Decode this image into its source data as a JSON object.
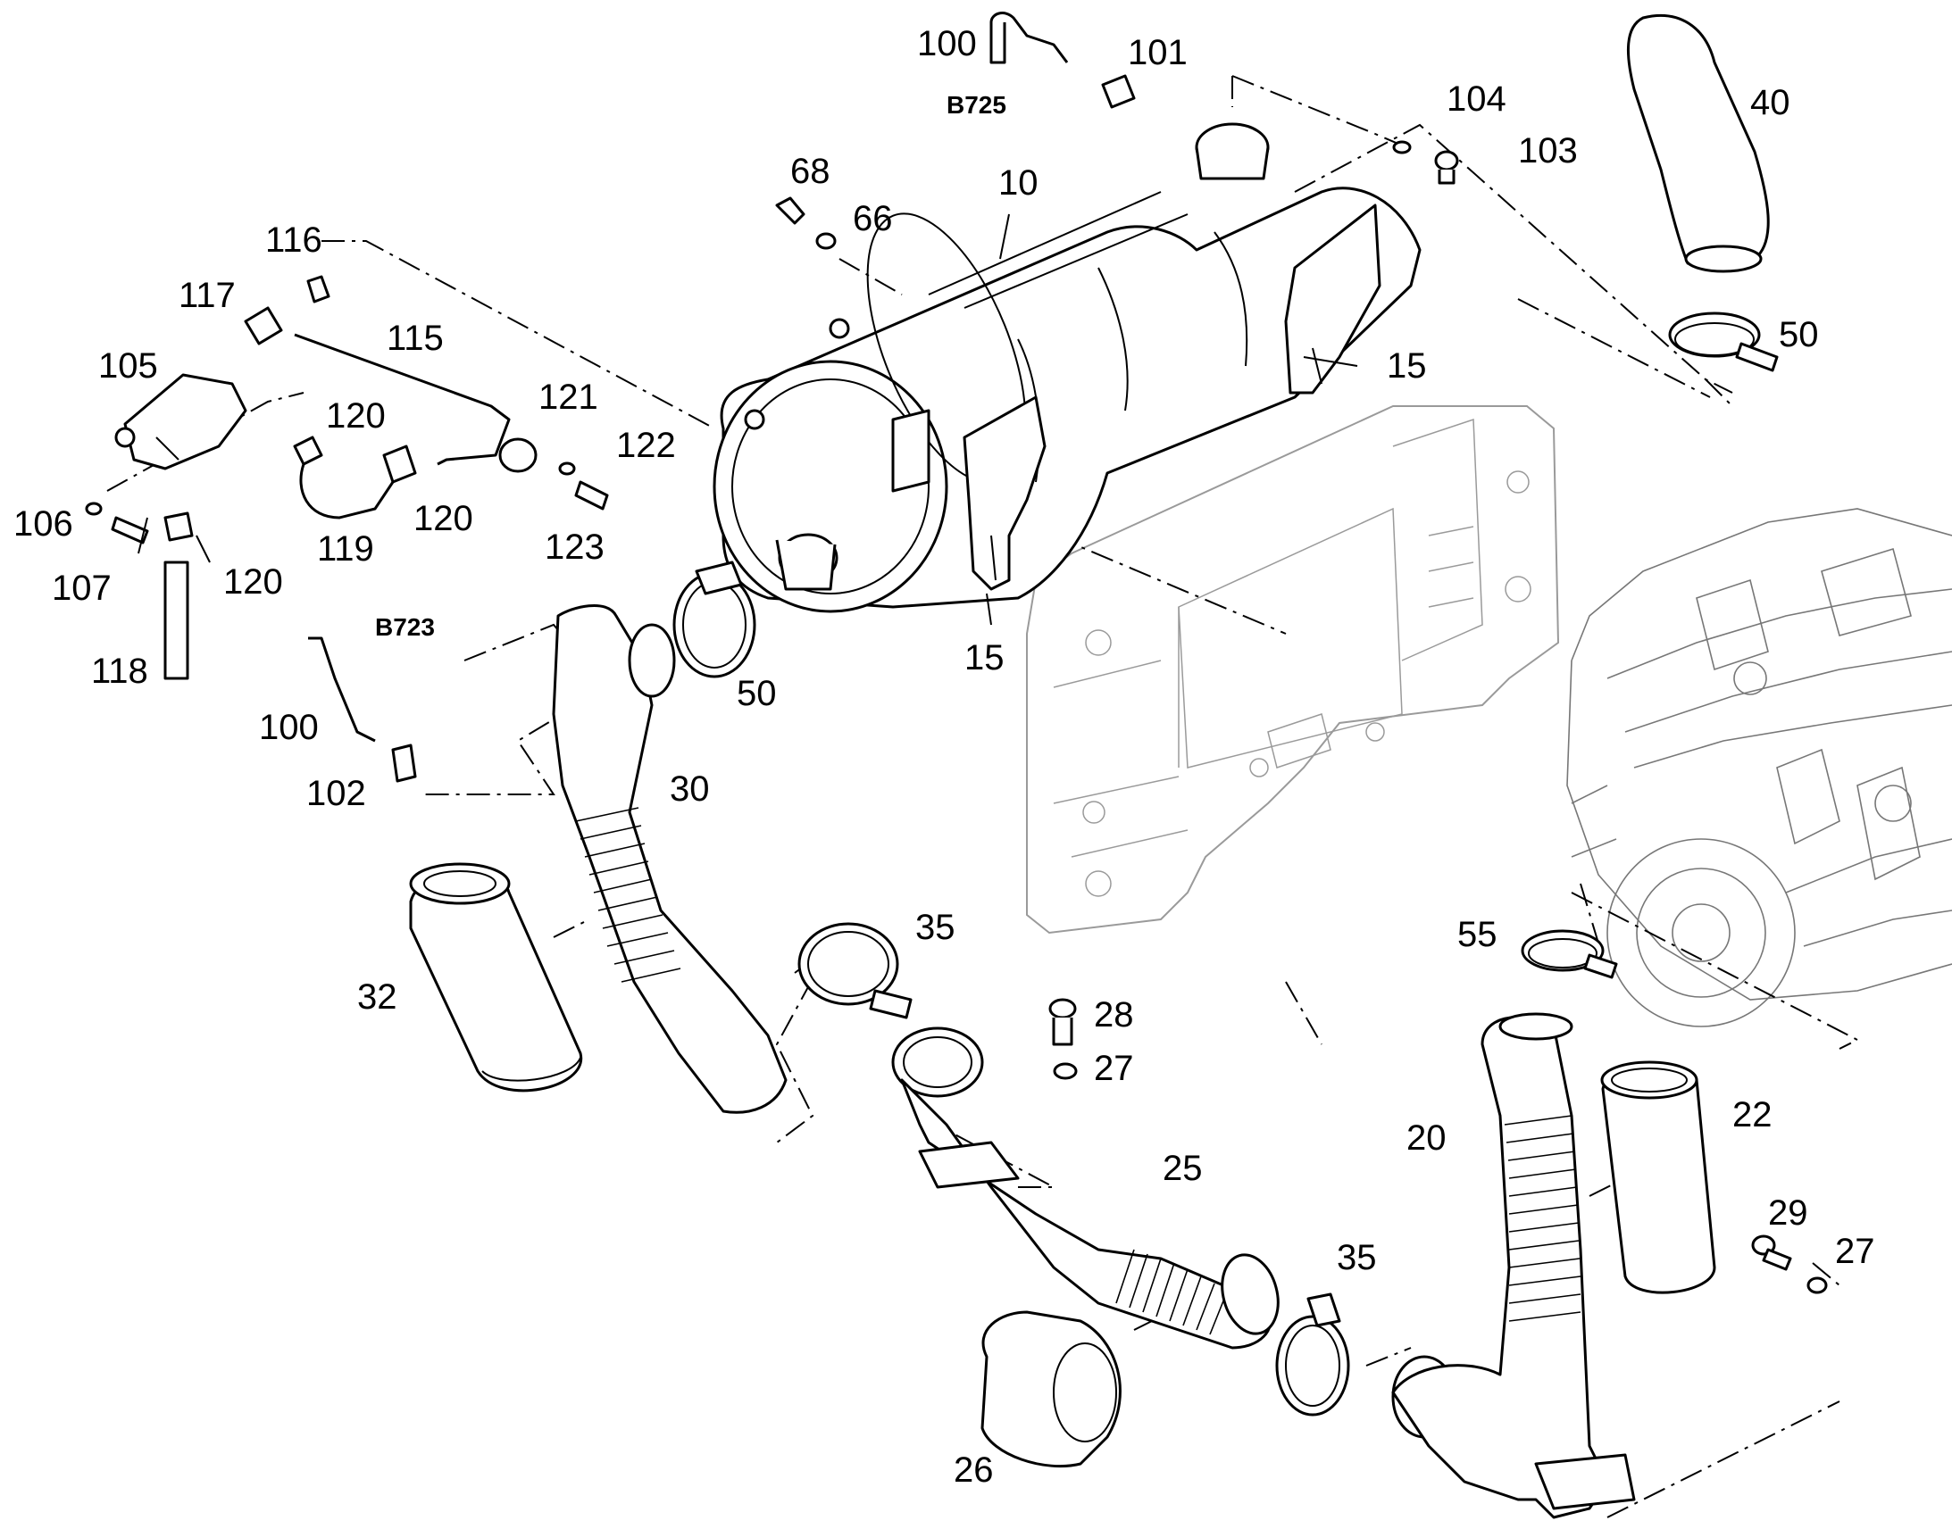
{
  "diagram": {
    "callouts": [
      {
        "id": "c100a",
        "text": "100"
      },
      {
        "id": "c101",
        "text": "101"
      },
      {
        "id": "c104",
        "text": "104"
      },
      {
        "id": "c103",
        "text": "103"
      },
      {
        "id": "c40",
        "text": "40"
      },
      {
        "id": "c68",
        "text": "68"
      },
      {
        "id": "c10",
        "text": "10"
      },
      {
        "id": "c66",
        "text": "66"
      },
      {
        "id": "c116",
        "text": "116"
      },
      {
        "id": "c117",
        "text": "117"
      },
      {
        "id": "c115",
        "text": "115"
      },
      {
        "id": "c105",
        "text": "105"
      },
      {
        "id": "c50a",
        "text": "50"
      },
      {
        "id": "c15a",
        "text": "15"
      },
      {
        "id": "c121",
        "text": "121"
      },
      {
        "id": "c120a",
        "text": "120"
      },
      {
        "id": "c122",
        "text": "122"
      },
      {
        "id": "c106",
        "text": "106"
      },
      {
        "id": "c120b",
        "text": "120"
      },
      {
        "id": "c123",
        "text": "123"
      },
      {
        "id": "c107",
        "text": "107"
      },
      {
        "id": "c119",
        "text": "119"
      },
      {
        "id": "c120c",
        "text": "120"
      },
      {
        "id": "c118",
        "text": "118"
      },
      {
        "id": "c15b",
        "text": "15"
      },
      {
        "id": "c50b",
        "text": "50"
      },
      {
        "id": "c100b",
        "text": "100"
      },
      {
        "id": "c102",
        "text": "102"
      },
      {
        "id": "c30",
        "text": "30"
      },
      {
        "id": "c35a",
        "text": "35"
      },
      {
        "id": "c55",
        "text": "55"
      },
      {
        "id": "c32",
        "text": "32"
      },
      {
        "id": "c28",
        "text": "28"
      },
      {
        "id": "c27a",
        "text": "27"
      },
      {
        "id": "c22",
        "text": "22"
      },
      {
        "id": "c20",
        "text": "20"
      },
      {
        "id": "c25",
        "text": "25"
      },
      {
        "id": "c29",
        "text": "29"
      },
      {
        "id": "c35b",
        "text": "35"
      },
      {
        "id": "c27b",
        "text": "27"
      },
      {
        "id": "c26",
        "text": "26"
      }
    ],
    "reference_codes": [
      {
        "id": "b725",
        "text": "B725"
      },
      {
        "id": "b723",
        "text": "B723"
      }
    ]
  }
}
